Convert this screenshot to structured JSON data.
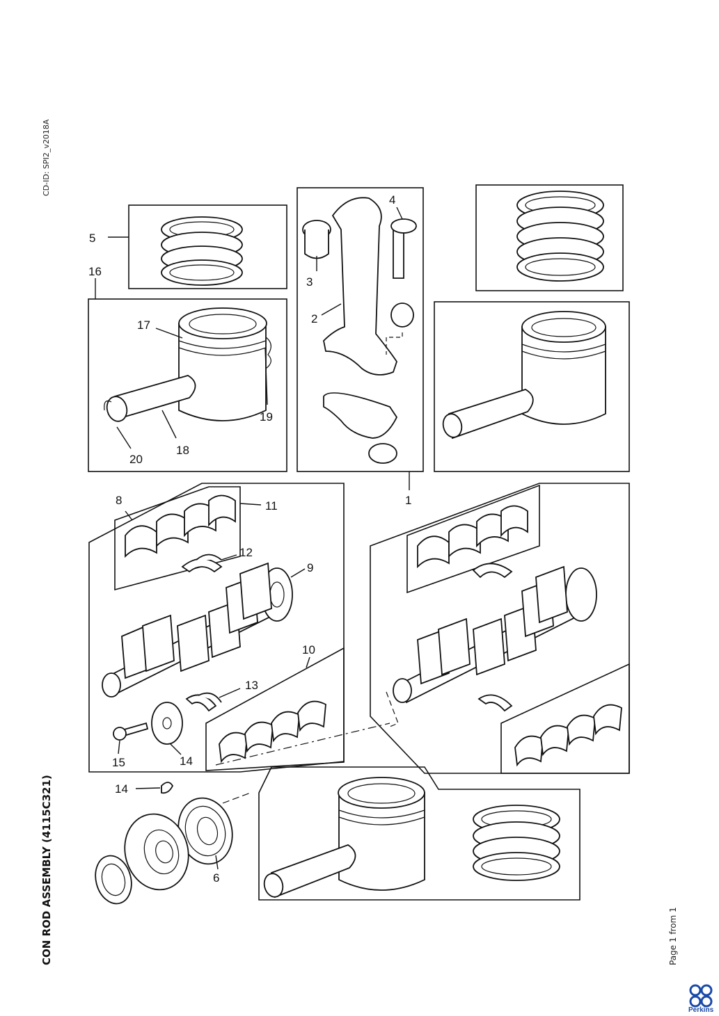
{
  "header": {
    "cd_id": "CD-ID: SPI2_v2018A"
  },
  "document": {
    "title": "CON ROD ASSEMBLY (4115C321)"
  },
  "footer": {
    "page": "Page 1 from 1",
    "brand": "Perkins"
  },
  "callouts": [
    "1",
    "2",
    "3",
    "4",
    "5",
    "6",
    "8",
    "9",
    "10",
    "11",
    "12",
    "13",
    "14",
    "15",
    "16",
    "17",
    "18",
    "19",
    "20",
    "20"
  ],
  "colors": {
    "logo": "#1a4aa8",
    "line": "#111111"
  }
}
